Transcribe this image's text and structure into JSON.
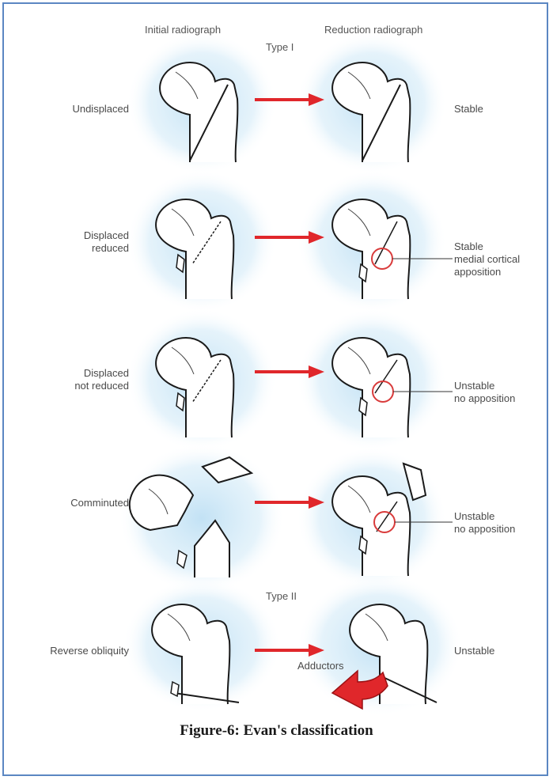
{
  "headers": {
    "initial": "Initial radiograph",
    "reduction": "Reduction radiograph"
  },
  "type_labels": {
    "type1": "Type I",
    "type2": "Type II"
  },
  "rows": [
    {
      "left": "Undisplaced",
      "right": "Stable"
    },
    {
      "left": "Displaced\nreduced",
      "right": "Stable\nmedial cortical\napposition"
    },
    {
      "left": "Displaced\nnot reduced",
      "right": "Unstable\nno apposition"
    },
    {
      "left": "Comminuted",
      "right": "Unstable\nno apposition"
    },
    {
      "left": "Reverse obliquity",
      "right": "Unstable"
    }
  ],
  "annotation": "Adductors",
  "caption": "Figure-6: Evan's classification",
  "colors": {
    "arrow": "#e0272b",
    "glow": "#bfe0f4",
    "border": "#5b87c2"
  }
}
